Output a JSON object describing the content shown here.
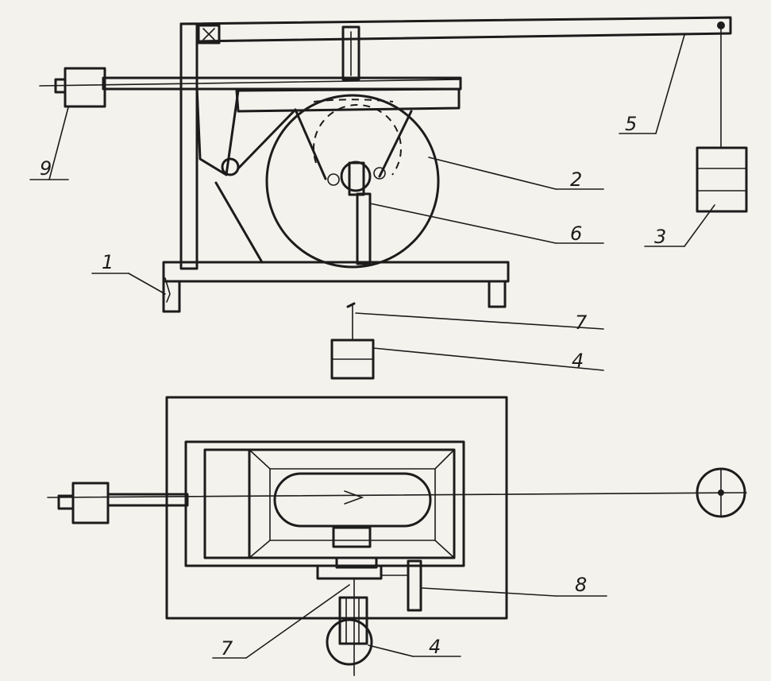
{
  "labels": {
    "l1": "1",
    "l2": "2",
    "l3": "3",
    "l4_top": "4",
    "l4_bottom": "4",
    "l5": "5",
    "l6": "6",
    "l7_top": "7",
    "l7_bottom": "7",
    "l8": "8",
    "l9": "9"
  },
  "colors": {
    "ink": "#1c1c1c",
    "paper": "#f4f2ec"
  }
}
